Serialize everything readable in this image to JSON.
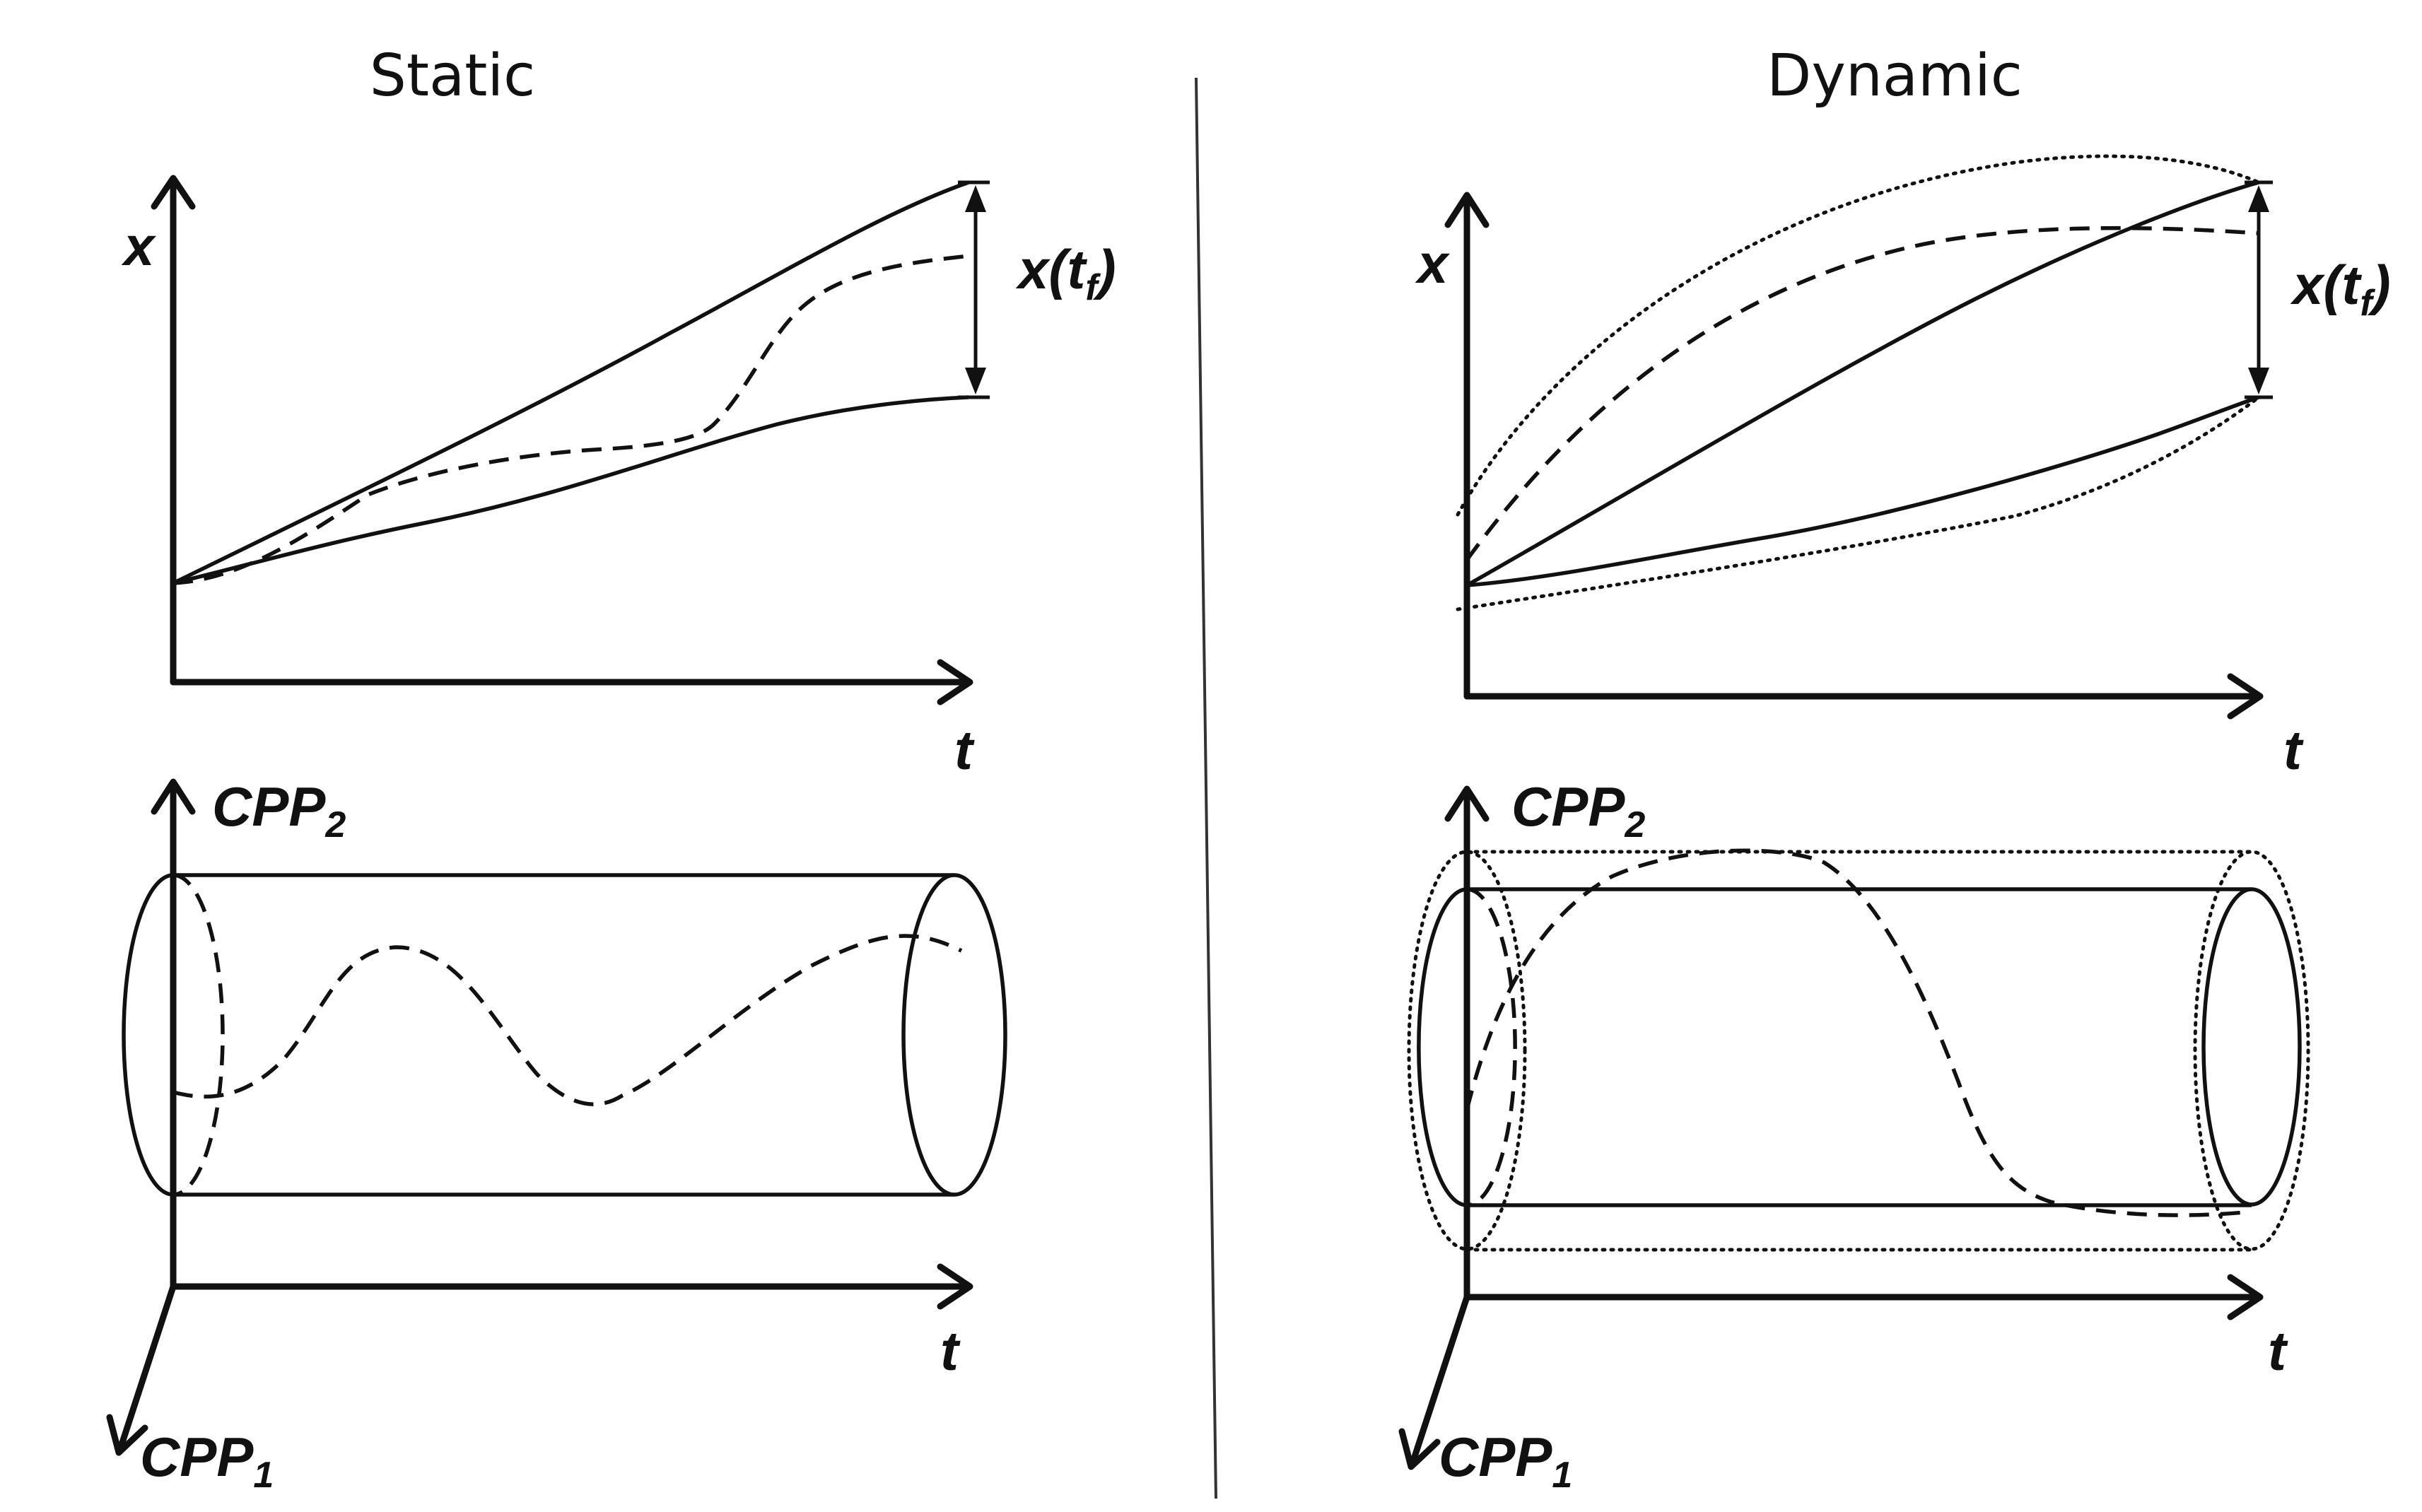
{
  "panels": {
    "static": {
      "title": "Static",
      "x_label": "x",
      "t_label_top": "t",
      "final_state_main": "x(t",
      "final_state_sub": "f",
      "final_state_close": ")",
      "cpp2_main": "CPP",
      "cpp2_sub": "2",
      "cpp1_main": "CPP",
      "cpp1_sub": "1",
      "t_label_bottom": "t"
    },
    "dynamic": {
      "title": "Dynamic",
      "x_label": "x",
      "t_label_top": "t",
      "final_state_main": "x(t",
      "final_state_sub": "f",
      "final_state_close": ")",
      "cpp2_main": "CPP",
      "cpp2_sub": "2",
      "cpp1_main": "CPP",
      "cpp1_sub": "1",
      "t_label_bottom": "t"
    }
  },
  "line_styles": {
    "color": "#111111",
    "background": "#ffffff"
  }
}
